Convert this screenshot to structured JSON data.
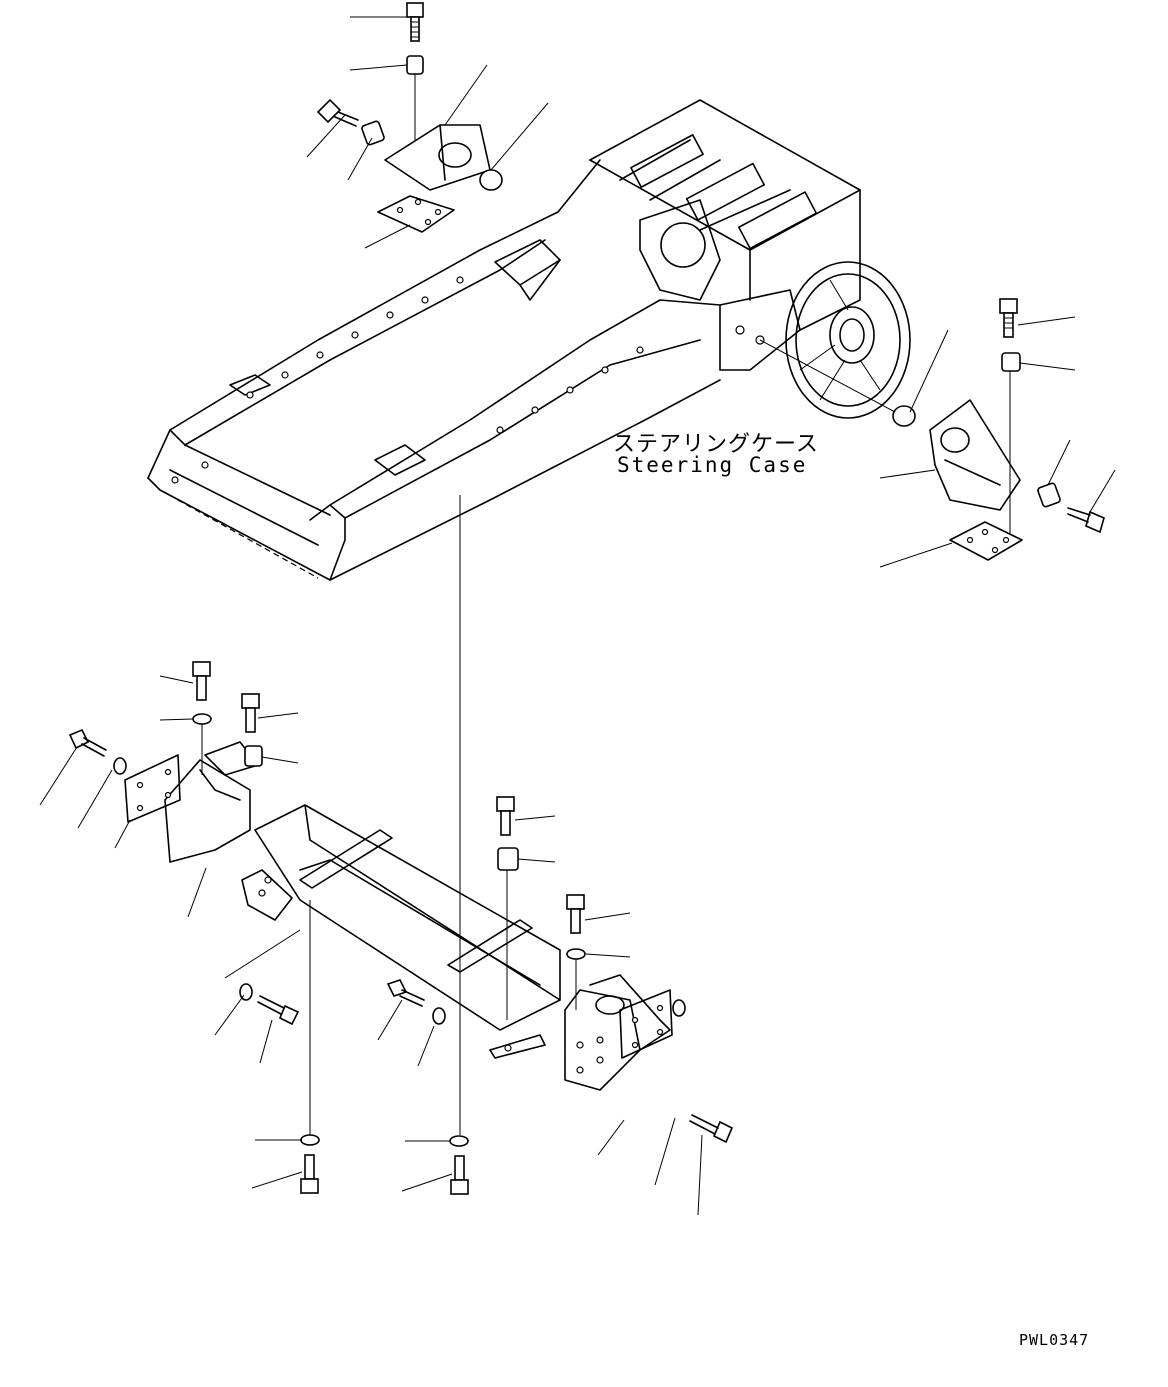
{
  "labels": {
    "steering_case_jp": "ステアリングケース",
    "steering_case_en": "Steering Case",
    "drawing_number": "PWL0347"
  }
}
